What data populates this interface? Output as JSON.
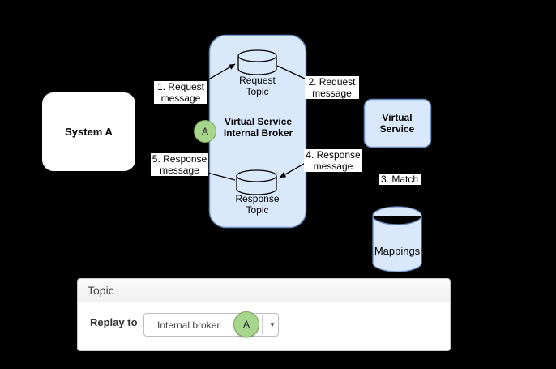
{
  "diagram": {
    "system_a_label": "System A",
    "broker": {
      "title": "Virtual Service\nInternal Broker",
      "request_topic": "Request\nTopic",
      "response_topic": "Response\nTopic"
    },
    "virtual_service_label": "Virtual\nService",
    "mappings_label": "Mappings",
    "connection_badge": "A",
    "edge_labels": {
      "step1": "1. Request\nmessage",
      "step2": "2. Request\nmessage",
      "step3": "3. Match",
      "step4": "4. Response\nmessage",
      "step5": "5. Response\nmessage"
    }
  },
  "panel": {
    "header": "Topic",
    "replay_to_label": "Replay to",
    "dropdown": {
      "value": "Internal broker",
      "badge": "A",
      "caret": "▼"
    }
  },
  "colors": {
    "background": "#000000",
    "node_fill": "#dae8fc",
    "node_border": "#6c8ebf",
    "connector": "#000000",
    "badge_fill": "#a5d68b",
    "badge_border": "#7ba05b",
    "edge_label_bg": "#ffffff"
  }
}
